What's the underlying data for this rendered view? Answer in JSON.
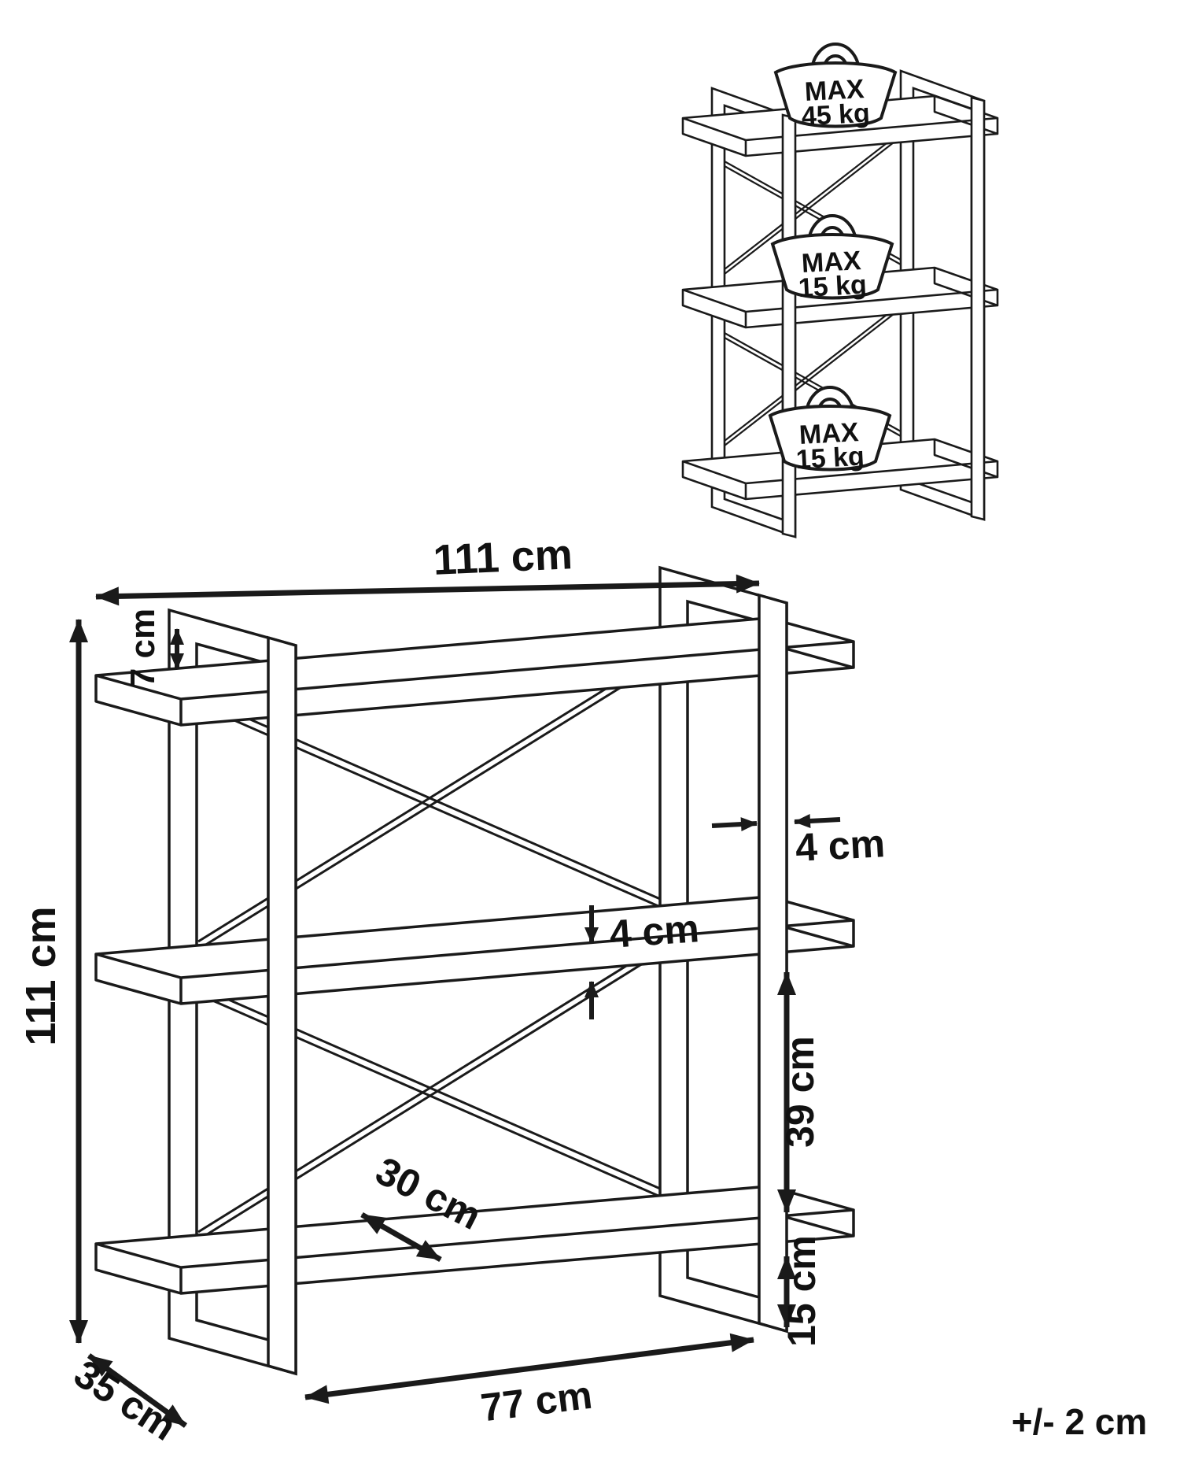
{
  "load_view": {
    "weights": [
      {
        "label_line1": "MAX",
        "label_line2": "45 kg"
      },
      {
        "label_line1": "MAX",
        "label_line2": "15 kg"
      },
      {
        "label_line1": "MAX",
        "label_line2": "15 kg"
      }
    ]
  },
  "dimension_view": {
    "total_width": "111 cm",
    "total_height": "111 cm",
    "top_overhang": "7 cm",
    "frame_post_thickness": "4 cm",
    "shelf_thickness": "4 cm",
    "shelf_spacing": "39 cm",
    "bottom_shelf_height": "15 cm",
    "shelf_depth": "30 cm",
    "inner_width": "77 cm",
    "total_depth": "35 cm",
    "tolerance": "+/- 2 cm"
  },
  "colors": {
    "line": "#1a1a1a",
    "background": "#ffffff"
  }
}
